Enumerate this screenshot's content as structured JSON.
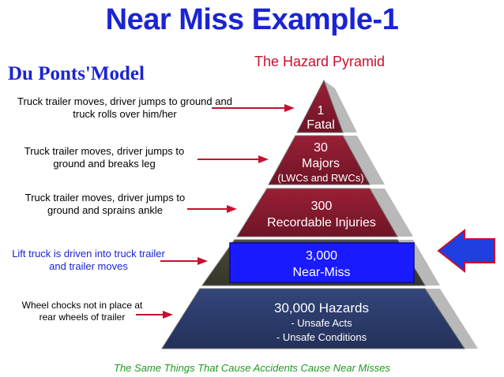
{
  "title": "Near Miss Example-1",
  "model_label": "Du Ponts'Model",
  "pyramid_title": "The Hazard Pyramid",
  "examples": [
    "Truck trailer moves, driver jumps to ground and truck rolls over him/her",
    "Truck trailer moves, driver jumps to ground and breaks leg",
    "Truck trailer moves, driver jumps to ground and sprains ankle",
    "Lift truck is driven into truck trailer and trailer moves",
    "Wheel chocks not in place at rear wheels of trailer"
  ],
  "tiers": [
    {
      "count": "1",
      "label": "Fatal"
    },
    {
      "count": "30",
      "label": "Majors",
      "note": "(LWCs and RWCs)"
    },
    {
      "count": "300",
      "label": "Recordable Injuries"
    },
    {
      "count": "3,000",
      "label": "Near-Miss"
    },
    {
      "count": "30,000 Hazards",
      "items": [
        "-  Unsafe Acts",
        "-  Unsafe Conditions"
      ]
    }
  ],
  "footer": "The Same Things That Cause Accidents Cause Near Misses",
  "colors": {
    "title": "#1a24d4",
    "pyramid_title": "#c8102e",
    "tier_top": "#8b1a2e",
    "near_miss_box": "#1a1aff",
    "base": "#2b3b6e",
    "arrow_red": "#c8102e",
    "arrow_blue": "#1f3fe0",
    "footer": "#1f9a1f"
  },
  "icons": {
    "pointer_arrows": "arrow-right-icon",
    "highlight_arrow": "arrow-left-icon"
  }
}
